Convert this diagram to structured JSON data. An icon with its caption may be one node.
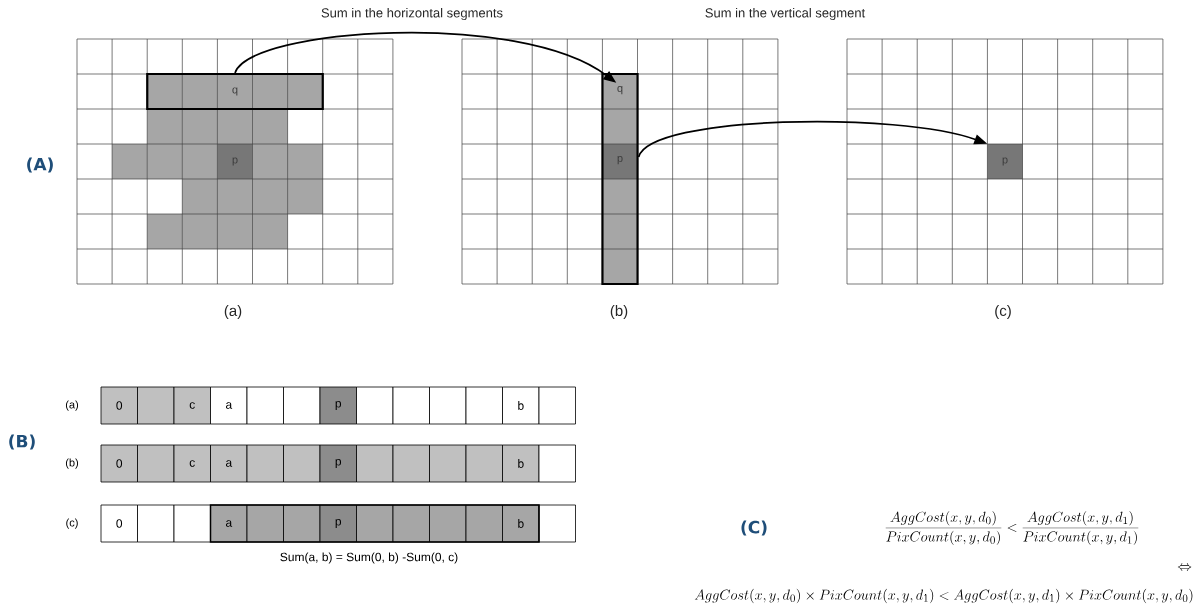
{
  "diagram": {
    "nodes": [
      {
        "text": [
          "q"
        ]
      },
      {
        "text": [
          "p"
        ]
      },
      {
        "text": [
          "q",
          "p"
        ]
      },
      {
        "text": [
          "p"
        ]
      }
    ],
    "edges": [
      {
        "from": 0,
        "to": 2,
        "arrow": "to"
      },
      {
        "from": 2,
        "to": 3,
        "arrow": "to"
      }
    ],
    "labels": [
      "Sum in the horizontal segments",
      "Sum in the vertical segment",
      "(A)",
      "(a)",
      "(b)",
      "(c)",
      "(B)",
      "(a)",
      "0",
      "c",
      "a",
      "p",
      "b",
      "(b)",
      "0",
      "c",
      "a",
      "p",
      "b",
      "(c)",
      "0",
      "a",
      "p",
      "b",
      "Sum(a, b) = Sum(0, b) -Sum(0, c)",
      "(C)",
      "\\frac{AggCost(x,y,d_0)}{PixCount(x,y,d_0)}<\\frac{AggCost(x,y,d_1)}{PixCount(x,y,d_1)}",
      "\\Leftrightarrow",
      "AggCost(x,y,d_0)\\times PixCount(x,y,d_1)<AggCost(x,y,d_1)\\times PixCount(x,y,d_0)"
    ]
  }
}
